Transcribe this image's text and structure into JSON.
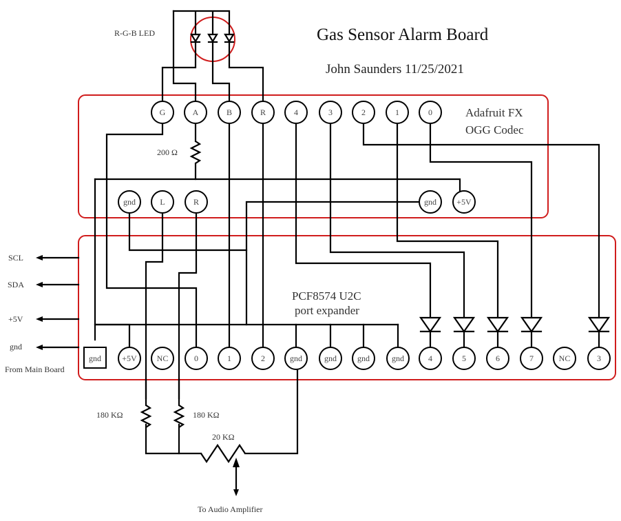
{
  "title": "Gas Sensor Alarm Board",
  "author_line": "John Saunders 11/25/2021",
  "colors": {
    "board_outline": "#d01c1c",
    "wire": "#000000"
  },
  "led": {
    "label": "R-G-B LED",
    "icon": "rgb-led-icon"
  },
  "codec_board": {
    "label_line1": "Adafruit FX",
    "label_line2": "OGG Codec",
    "top_pins": [
      "G",
      "A",
      "B",
      "R",
      "4",
      "3",
      "2",
      "1",
      "0"
    ],
    "bottom_pins": [
      "gnd",
      "L",
      "R",
      "gnd",
      "+5V"
    ]
  },
  "expander_board": {
    "label_line1": "PCF8574 U2C",
    "label_line2": "port expander",
    "pins": [
      "gnd",
      "+5V",
      "NC",
      "0",
      "1",
      "2",
      "gnd",
      "gnd",
      "gnd",
      "gnd",
      "4",
      "5",
      "6",
      "7",
      "NC",
      "3"
    ]
  },
  "main_board": {
    "signals": [
      "SCL",
      "SDA",
      "+5V",
      "gnd"
    ],
    "label": "From Main Board"
  },
  "components": {
    "led_resistor": "200 Ω",
    "left_resistor": "180 KΩ",
    "right_resistor": "180 KΩ",
    "potentiometer": "20 KΩ",
    "output_label": "To Audio Amplifier"
  }
}
